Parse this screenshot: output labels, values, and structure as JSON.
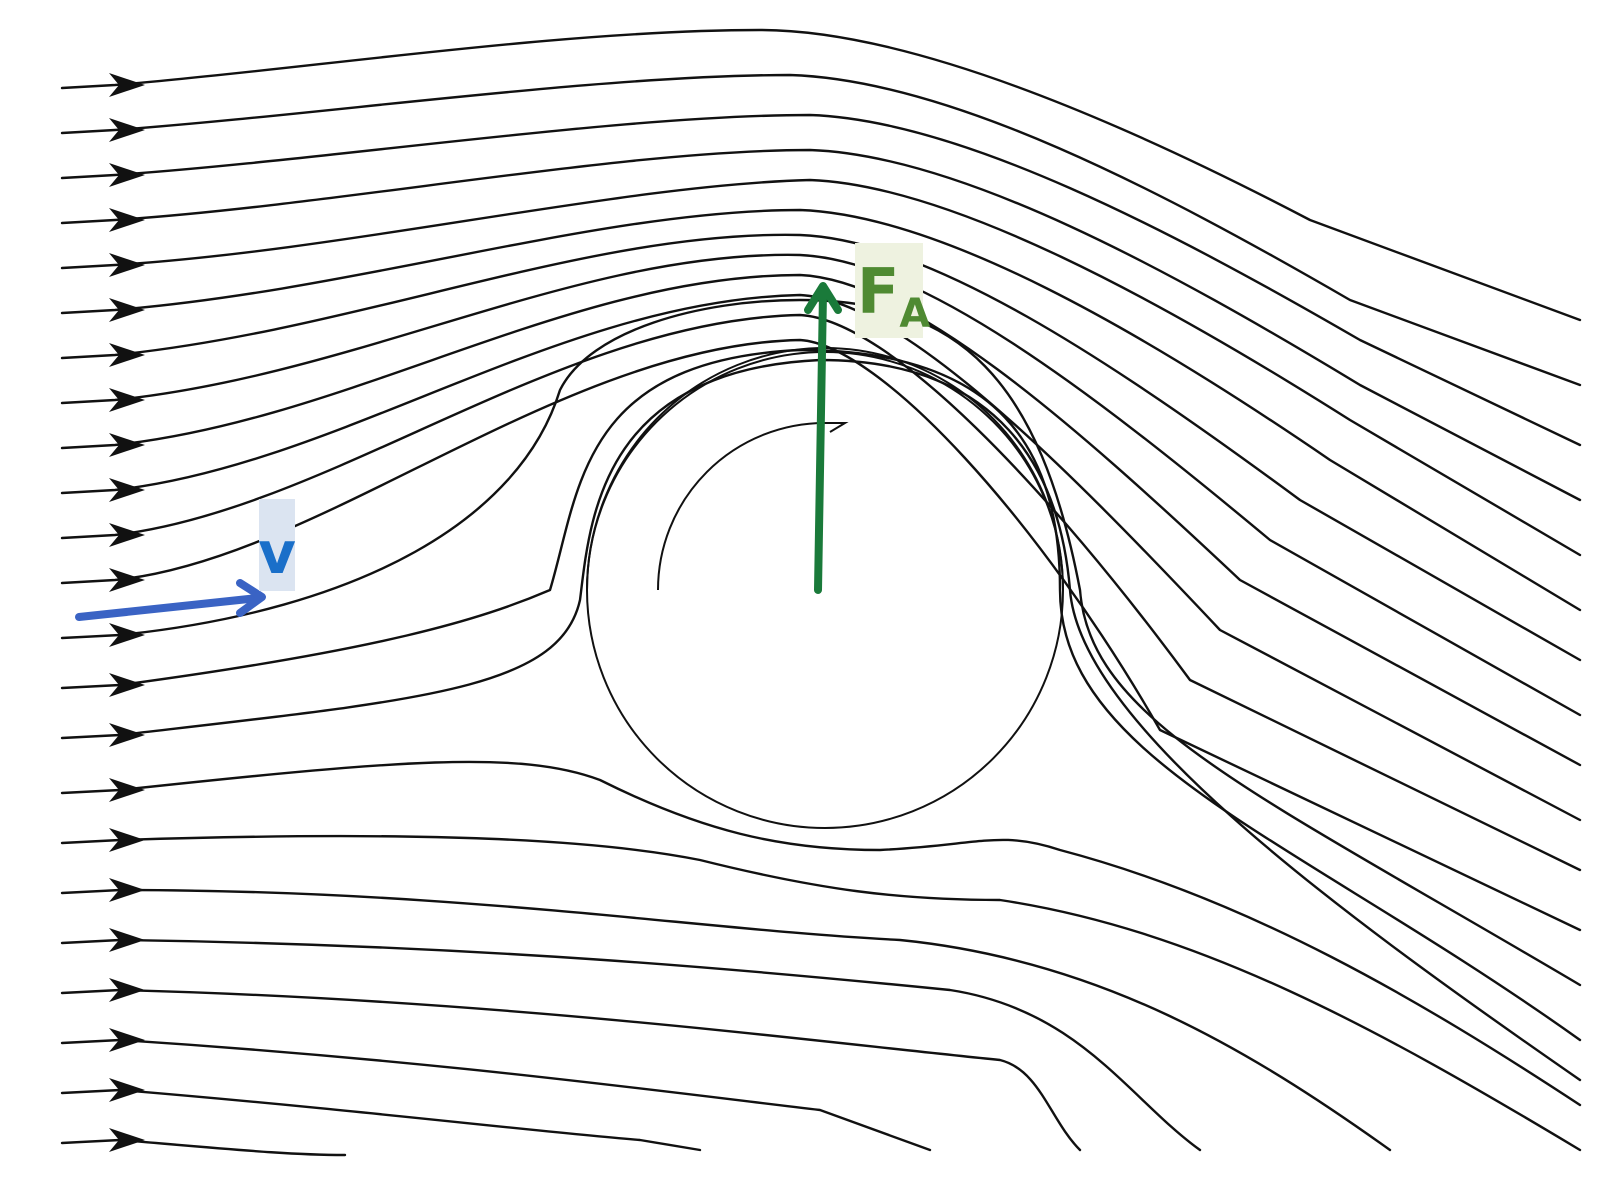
{
  "labels": {
    "velocity_label": "v",
    "force_label_main": "F",
    "force_label_sub": "A"
  },
  "colors": {
    "background": "#ffffff",
    "streamline": "#111111",
    "velocity_arrow": "#3a63c4",
    "velocity_label_text": "#1a6fc9",
    "velocity_label_bg": "#dbe4f1",
    "force_arrow": "#1a7a3a",
    "force_label_text": "#4f8a32",
    "force_label_bg": "#eef2e0"
  },
  "icons": {
    "flow_arrowhead": "filled-triangle-pointing-right",
    "rotation_indicator": "curved-arrow-clockwise"
  }
}
